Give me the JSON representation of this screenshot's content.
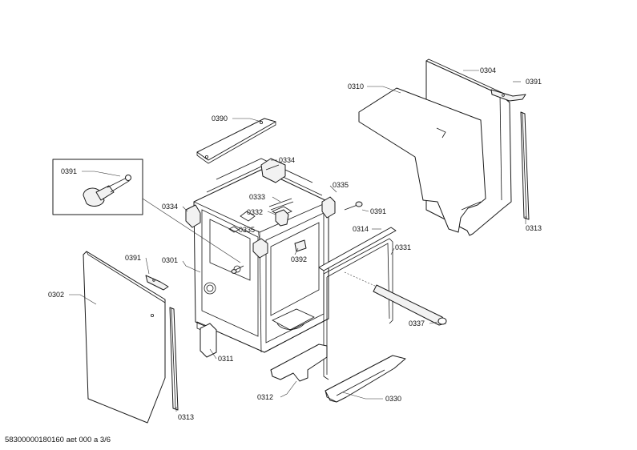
{
  "labels": {
    "p0304": "0304",
    "p0391_tr": "0391",
    "p0310": "0310",
    "p0313_r": "0313",
    "p0390": "0390",
    "p0334_top": "0334",
    "p0391_inset": "0391",
    "p0334_left": "0334",
    "p0333": "0333",
    "p0335_right": "0335",
    "p0332": "0332",
    "p0391_mid": "0391",
    "p0335_mid": "0335",
    "p0314": "0314",
    "p0392": "0392",
    "p0391_left": "0391",
    "p0301": "0301",
    "p0331": "0331",
    "p0302": "0302",
    "p0337": "0337",
    "p0311": "0311",
    "p0312": "0312",
    "p0330": "0330",
    "p0313_l": "0313"
  },
  "footer": "58300000180160 aet 000 a 3/6"
}
